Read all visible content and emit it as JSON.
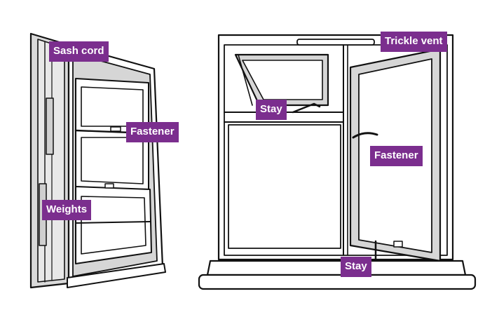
{
  "labels": {
    "sash_cord": "Sash cord",
    "fastener_left": "Fastener",
    "weights": "Weights",
    "trickle_vent": "Trickle vent",
    "stay_top": "Stay",
    "fastener_right": "Fastener",
    "stay_bottom": "Stay"
  },
  "colors": {
    "label_bg": "#7b2e8e",
    "label_text": "#ffffff",
    "frame_shade": "#d6d6d6",
    "line": "#111111"
  },
  "icons": [
    "sash-window-drawing",
    "casement-window-drawing"
  ]
}
